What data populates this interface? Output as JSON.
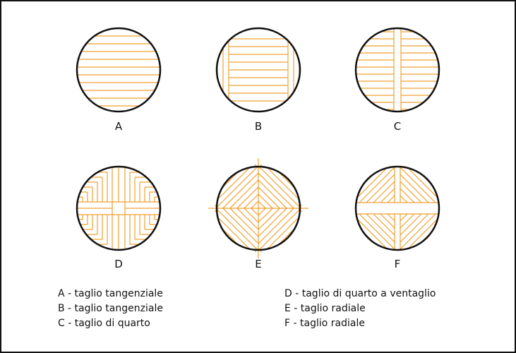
{
  "colors": {
    "grain": "#f0a030",
    "outline": "#111111",
    "background": "#ffffff"
  },
  "cuts": [
    {
      "id": "A",
      "label": "A",
      "pattern": "horizontal-boards"
    },
    {
      "id": "B",
      "label": "B",
      "pattern": "tangential-with-side-boards"
    },
    {
      "id": "C",
      "label": "C",
      "pattern": "quarter-with-center-plank"
    },
    {
      "id": "D",
      "label": "D",
      "pattern": "quarter-fan"
    },
    {
      "id": "E",
      "label": "E",
      "pattern": "radial-chevrons"
    },
    {
      "id": "F",
      "label": "F",
      "pattern": "radial-with-cross-plank"
    }
  ],
  "legend": {
    "left": [
      "A - taglio tangenziale",
      "B - taglio tangenziale",
      "C - taglio di quarto"
    ],
    "right": [
      "D - taglio di quarto a ventaglio",
      "E - taglio radiale",
      "F - taglio radiale"
    ]
  }
}
